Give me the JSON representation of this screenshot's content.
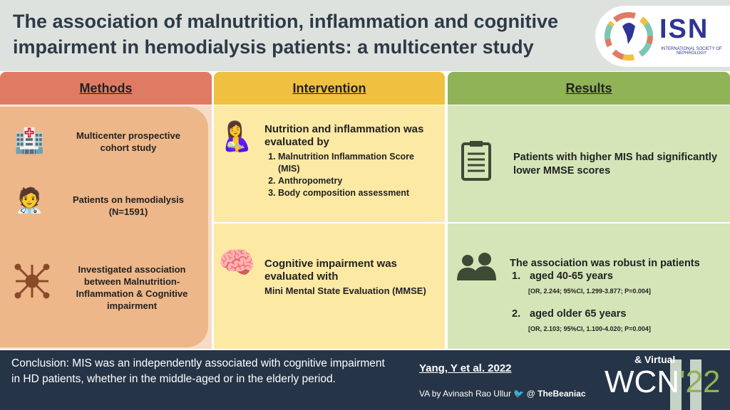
{
  "title": "The association of malnutrition, inflammation and cognitive impairment in hemodialysis patients: a multicenter study",
  "logo": {
    "name": "ISN",
    "subtitle": "INTERNATIONAL SOCIETY OF NEPHROLOGY"
  },
  "columns": {
    "methods": {
      "header": "Methods",
      "items": [
        {
          "icon": "hospital-icon",
          "text": "Multicenter prospective cohort study"
        },
        {
          "icon": "patient-dialysis-icon",
          "text": "Patients on hemodialysis (N=1591)"
        },
        {
          "icon": "network-icon",
          "text": "Investigated association between Malnutrition-Inflammation & Cognitive impairment"
        }
      ]
    },
    "intervention": {
      "header": "Intervention",
      "nutrition": {
        "icon": "nutrition-icon",
        "title": "Nutrition and inflammation was evaluated by",
        "list": [
          "Malnutrition Inflammation Score (MIS)",
          "Anthropometry",
          "Body composition assessment"
        ]
      },
      "cognitive": {
        "icon": "brain-icon",
        "title": "Cognitive impairment was evaluated with",
        "sub": "Mini Mental State Evaluation (MMSE)"
      }
    },
    "results": {
      "header": "Results",
      "r1": {
        "icon": "clipboard-icon",
        "text": "Patients with higher MIS had significantly lower MMSE scores"
      },
      "r2": {
        "icon": "people-icon",
        "title": "The association was robust in patients",
        "items": [
          {
            "label": "aged 40-65 years",
            "stats": "[OR, 2.244; 95%CI, 1.299-3.877; P=0.004]"
          },
          {
            "label": "aged older 65 years",
            "stats": "[OR, 2.103; 95%CI, 1.100-4.020; P=0.004]"
          }
        ]
      }
    }
  },
  "footer": {
    "conclusion": "Conclusion: MIS was an independently associated with cognitive impairment in HD patients, whether in the middle-aged or in the elderly period.",
    "citation": "Yang, Y et al. 2022",
    "credit": "VA by Avinash Rao Ullur",
    "handle": "TheBeaniac",
    "at": "@",
    "event_virtual": "& Virtual",
    "event": "WCN",
    "event_year": "'22"
  },
  "colors": {
    "methods": "#e07b63",
    "intervention": "#f0c040",
    "results": "#8fb356",
    "footer": "#263447"
  }
}
